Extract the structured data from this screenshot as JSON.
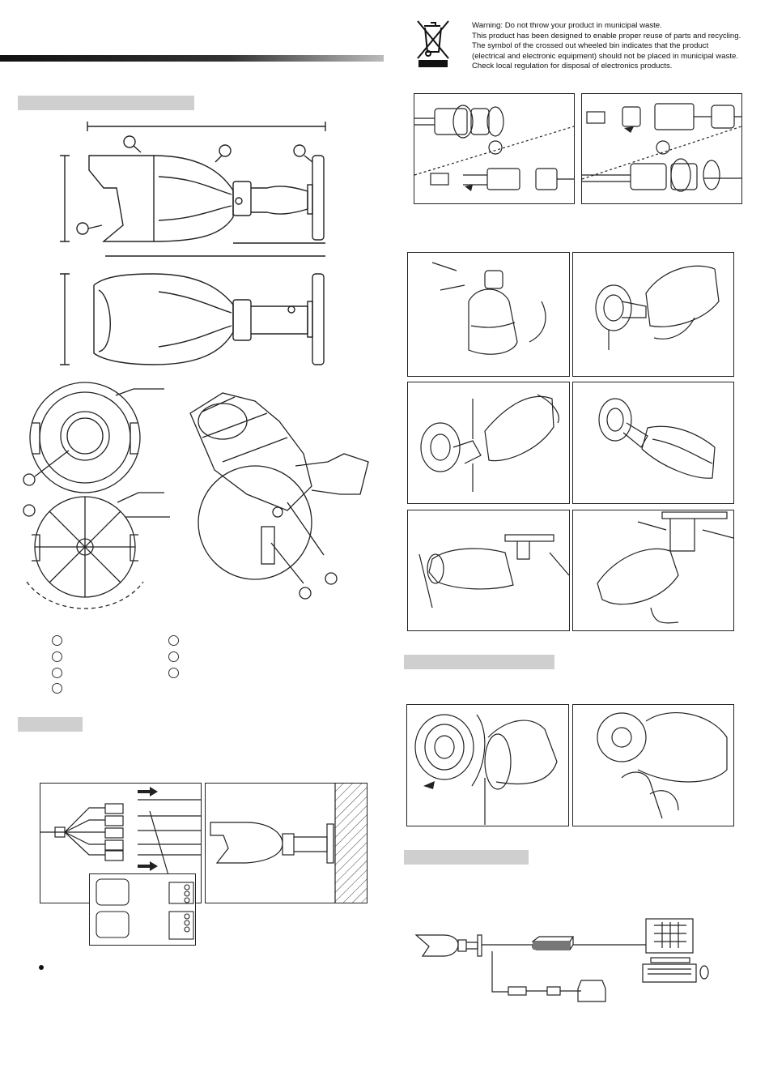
{
  "header": {
    "bar_color": "#111111"
  },
  "weee_notice": {
    "icon": "crossed-out-wheeled-bin-icon",
    "lines": [
      "Warning:  Do not throw your product in municipal waste.",
      "This product has been designed to enable proper reuse of parts and recycling.",
      "The symbol of the crossed out wheeled bin indicates that the product",
      "(electrical and electronic equipment) should not be placed in municipal waste.",
      "Check local regulation for disposal of electronics products."
    ]
  },
  "colors": {
    "section_bar": "#cfcfcf",
    "line_art": "#222222"
  }
}
